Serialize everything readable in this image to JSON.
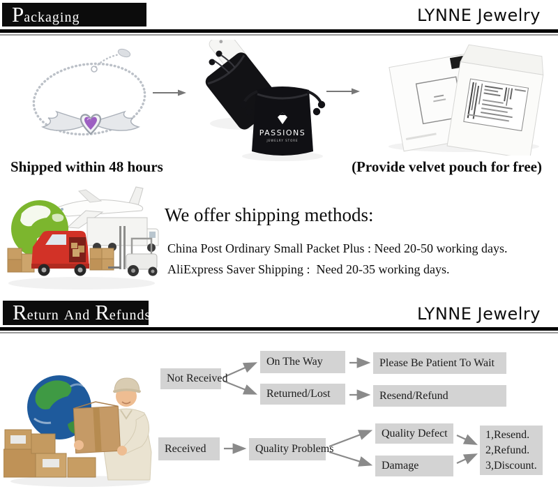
{
  "brand": "LYNNE Jewelry",
  "colors": {
    "banner_bg": "#0c0c0c",
    "banner_text": "#ffffff",
    "rule_dark": "#000000",
    "rule_light": "#9a9a9a",
    "flow_box_bg": "#d3d3d3",
    "arrow_gray": "#8a8a8a",
    "heart_purple": "#9d60c2",
    "globe_green": "#7cb62e",
    "globe_blue": "#1e5a9c",
    "van_red": "#d23227",
    "box_tan": "#c59a66"
  },
  "sections": {
    "packaging": {
      "banner": {
        "initial": "P",
        "rest": "ackaging"
      },
      "caption_left": "Shipped within 48 hours",
      "caption_right": "(Provide velvet pouch for free)",
      "pouch": {
        "brand": "PASSIONS",
        "sub": "JEWELRY STORE"
      }
    },
    "shipping": {
      "heading": "We offer shipping methods:",
      "methods": [
        "China Post Ordinary Small Packet Plus : Need 20-50 working days.",
        "AliExpress Saver Shipping :  Need 20-35 working days."
      ]
    },
    "returns": {
      "banner": {
        "w1_initial": "R",
        "w1_rest": "eturn",
        "w2": "And",
        "w3_initial": "R",
        "w3_rest": "efunds"
      },
      "flow_not_received": {
        "root": "Not Received",
        "mid_top": "On The Way",
        "mid_bottom": "Returned/Lost",
        "result_top": "Please Be Patient To Wait",
        "result_bottom": "Resend/Refund"
      },
      "flow_received": {
        "root": "Received",
        "mid": "Quality Problems",
        "branch_top": "Quality Defect",
        "branch_bottom": "Damage",
        "results": [
          "1,Resend.",
          "2,Refund.",
          "3,Discount."
        ]
      }
    }
  }
}
